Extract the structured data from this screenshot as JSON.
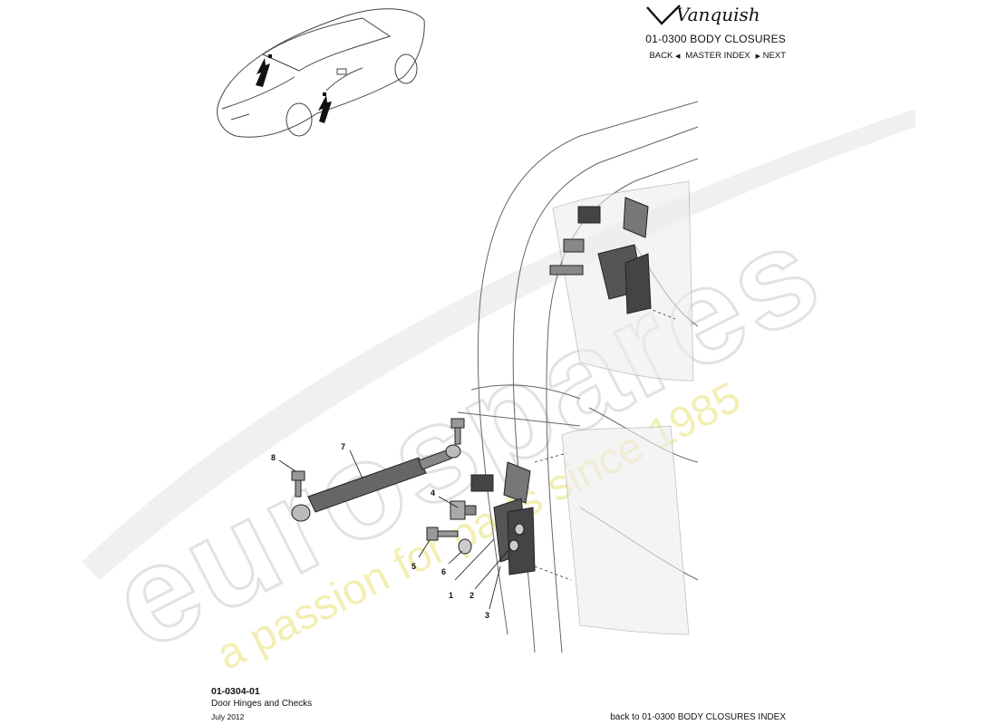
{
  "header": {
    "logo_text": "Vanquish",
    "section_title": "01-0300 BODY CLOSURES",
    "nav": {
      "back": "BACK",
      "master_index": "MASTER INDEX",
      "next": "NEXT"
    }
  },
  "watermark": {
    "brand": "eurospares",
    "tagline": "a passion for parts since 1985"
  },
  "callouts": [
    "1",
    "2",
    "3",
    "4",
    "5",
    "6",
    "7",
    "8"
  ],
  "footer": {
    "code": "01-0304-01",
    "title": "Door Hinges and Checks",
    "date": "July 2012",
    "back_link": "back to 01-0300 BODY CLOSURES INDEX"
  },
  "colors": {
    "watermark_gray": "#e6e6e6",
    "watermark_yellow": "#f3efb4",
    "line": "#333333",
    "part_dark": "#555555"
  }
}
